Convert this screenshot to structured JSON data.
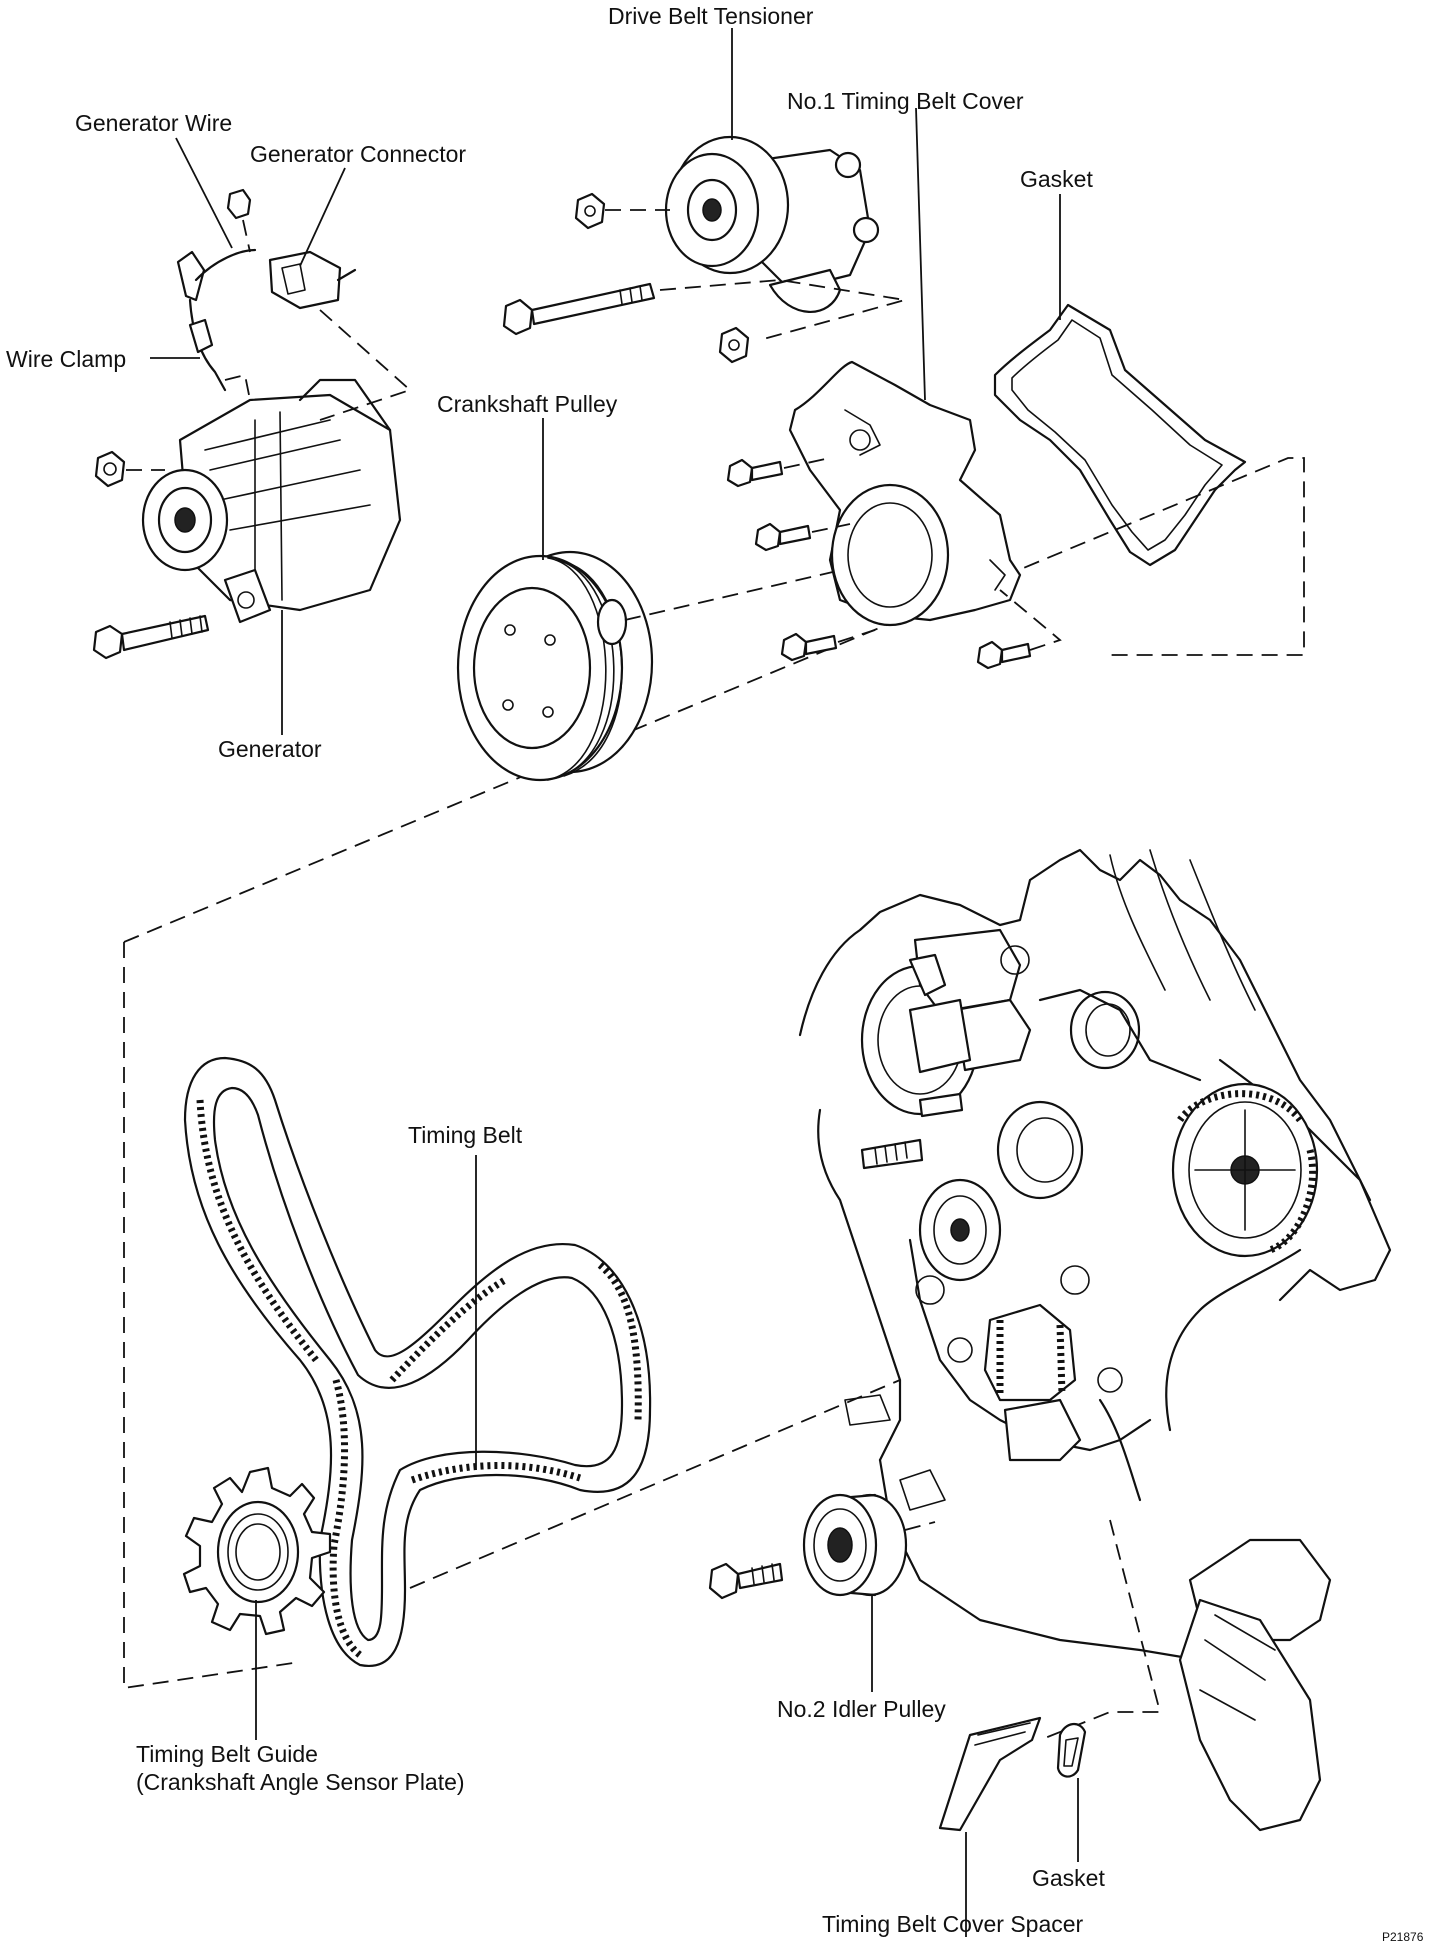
{
  "diagram": {
    "labels": {
      "drive_belt_tensioner": "Drive Belt Tensioner",
      "no1_timing_belt_cover": "No.1 Timing Belt Cover",
      "generator_wire": "Generator Wire",
      "generator_connector": "Generator Connector",
      "gasket_upper": "Gasket",
      "wire_clamp": "Wire Clamp",
      "crankshaft_pulley": "Crankshaft Pulley",
      "generator": "Generator",
      "timing_belt": "Timing Belt",
      "timing_belt_guide_line1": "Timing Belt Guide",
      "timing_belt_guide_line2": "(Crankshaft Angle Sensor Plate)",
      "no2_idler_pulley": "No.2 Idler Pulley",
      "gasket_lower": "Gasket",
      "timing_belt_cover_spacer": "Timing Belt Cover Spacer",
      "figure_code": "P21876"
    }
  }
}
